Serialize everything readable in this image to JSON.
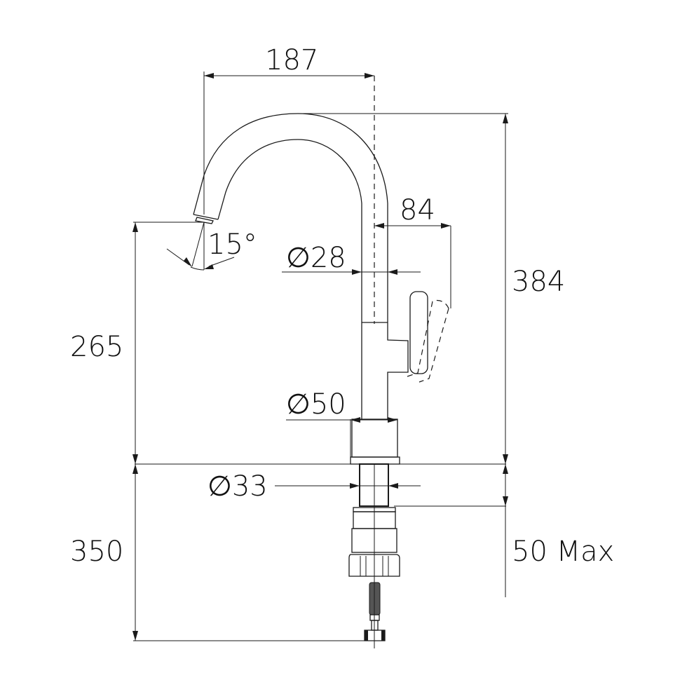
{
  "drawing": {
    "title": "Kitchen faucet technical dimension drawing",
    "units": "mm",
    "line_color": "#1a1a1a",
    "background": "#ffffff"
  },
  "dimensions": {
    "spout_reach": {
      "label": "187",
      "value": 187
    },
    "spout_height": {
      "label": "265",
      "value": 265
    },
    "total_height": {
      "label": "384",
      "value": 384
    },
    "handle_offset": {
      "label": "84",
      "value": 84
    },
    "spout_angle": {
      "label": "15°",
      "value": 15
    },
    "spout_tube_diameter": {
      "label": "∅28",
      "value": 28
    },
    "body_diameter": {
      "label": "∅50",
      "value": 50
    },
    "shank_diameter": {
      "label": "∅33",
      "value": 33
    },
    "counter_thickness": {
      "label": "50 Max",
      "value": 50
    },
    "hose_length": {
      "label": "350",
      "value": 350
    }
  }
}
